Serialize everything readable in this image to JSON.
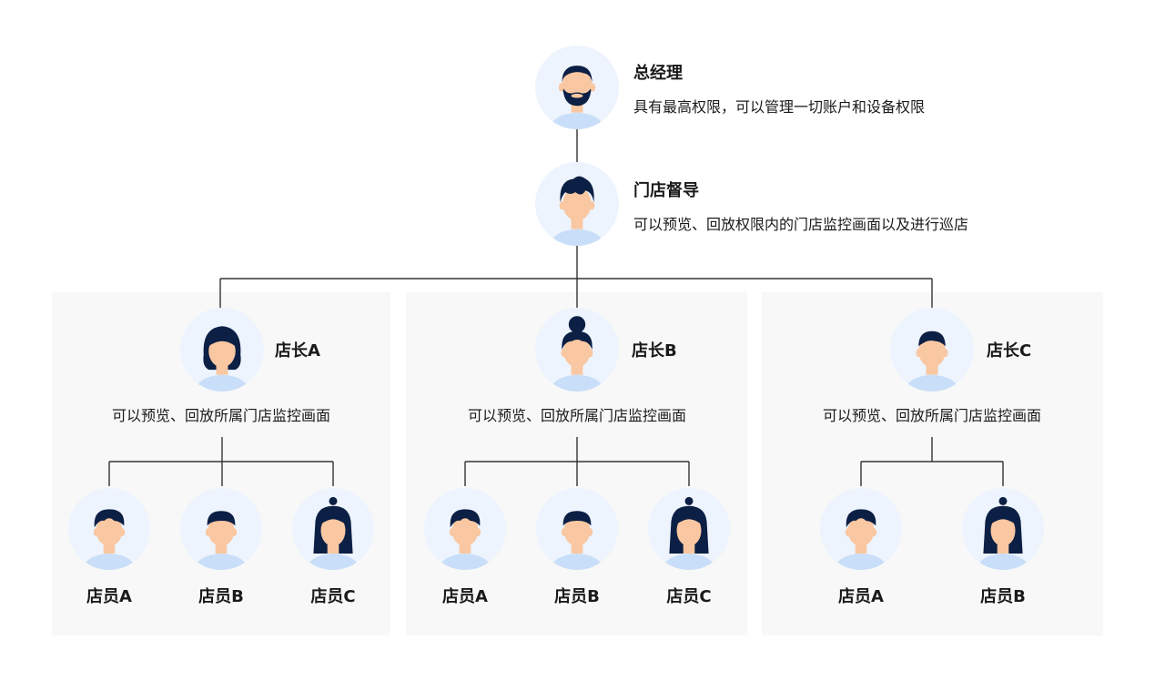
{
  "general_manager": {
    "title": "总经理",
    "description": "具有最高权限，可以管理一切账户和设备权限"
  },
  "supervisor": {
    "title": "门店督导",
    "description": "可以预览、回放权限内的门店监控画面以及进行巡店"
  },
  "stores": [
    {
      "manager": {
        "title": "店长A",
        "description": "可以预览、回放所属门店监控画面"
      },
      "staff": [
        "店员A",
        "店员B",
        "店员C"
      ]
    },
    {
      "manager": {
        "title": "店长B",
        "description": "可以预览、回放所属门店监控画面"
      },
      "staff": [
        "店员A",
        "店员B",
        "店员C"
      ]
    },
    {
      "manager": {
        "title": "店长C",
        "description": "可以预览、回放所属门店监控画面"
      },
      "staff": [
        "店员A",
        "店员B"
      ]
    }
  ],
  "colors": {
    "avatar_bg": "#edf4fd",
    "skin": "#f9c7a1",
    "hair": "#0c1f44",
    "shirt": "#c9def8",
    "panel_bg": "#f8f8f8",
    "line": "#333333"
  }
}
